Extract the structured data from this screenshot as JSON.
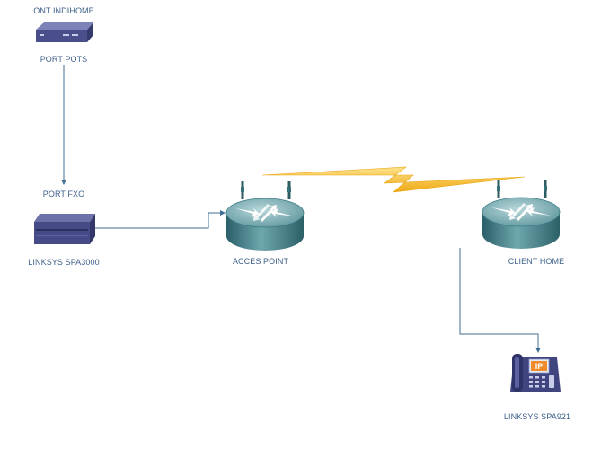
{
  "nodes": {
    "ont": {
      "name": "ONT INDIHOME",
      "port": "PORT POTS"
    },
    "spa3000": {
      "name": "LINKSYS SPA3000",
      "port": "PORT FXO"
    },
    "access_point": {
      "name": "ACCES POINT"
    },
    "client": {
      "name": "CLIENT HOME"
    },
    "spa921": {
      "name": "LINKSYS SPA921",
      "badge": "IP"
    }
  },
  "icons": {
    "ont": "modem-icon",
    "spa3000": "voip-gateway-icon",
    "access_point": "wireless-router-icon",
    "client": "wireless-router-icon",
    "spa921": "ip-phone-icon",
    "wireless_link": "lightning-bolt-icon"
  },
  "colors": {
    "label": "#3d5f8a",
    "link": "#3f6e92",
    "device_blue": "#4a4f8c",
    "router_teal": "#3c7c86",
    "wireless": "#f2b21a"
  }
}
